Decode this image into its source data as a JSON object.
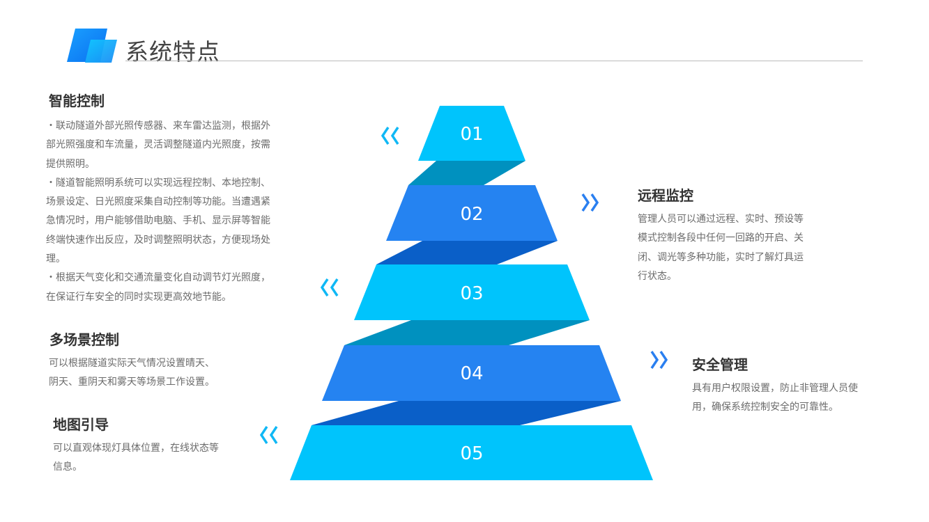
{
  "header": {
    "title": "系统特点"
  },
  "colors": {
    "cyan": "#00c4fc",
    "blue": "#2583f1",
    "teal": "#0091bf",
    "dark_blue": "#0a5fc8",
    "chevron_left": "#10b8f5",
    "chevron_right": "#2a7ff0"
  },
  "pyramid": {
    "levels": [
      "01",
      "02",
      "03",
      "04",
      "05"
    ]
  },
  "features": {
    "smart_control": {
      "title": "智能控制",
      "lines": [
        "・联动隧道外部光照传感器、来车雷达监测，根据外",
        "部光照强度和车流量，灵活调整隧道内光照度，按需",
        "提供照明。",
        "・隧道智能照明系统可以实现远程控制、本地控制、",
        "场景设定、日光照度采集自动控制等功能。当遭遇紧",
        "急情况时，用户能够借助电脑、手机、显示屏等智能",
        "终端快速作出反应，及时调整照明状态，方便现场处",
        "理。",
        "・根据天气变化和交通流量变化自动调节灯光照度，",
        "在保证行车安全的同时实现更高效地节能。"
      ]
    },
    "multi_scene": {
      "title": "多场景控制",
      "lines": [
        "可以根据隧道实际天气情况设置晴天、",
        "阴天、重阴天和雾天等场景工作设置。"
      ]
    },
    "map_guide": {
      "title": "地图引导",
      "lines": [
        "可以直观体现灯具体位置，在线状态等",
        "信息。"
      ]
    },
    "remote_monitor": {
      "title": "远程监控",
      "lines": [
        "管理人员可以通过远程、实时、预设等",
        "模式控制各段中任何一回路的开启、关",
        "闭、调光等多种功能，实时了解灯具运",
        "行状态。"
      ]
    },
    "security": {
      "title": "安全管理",
      "lines": [
        "具有用户权限设置，防止非管理人员使",
        "用，确保系统控制安全的可靠性。"
      ]
    }
  }
}
